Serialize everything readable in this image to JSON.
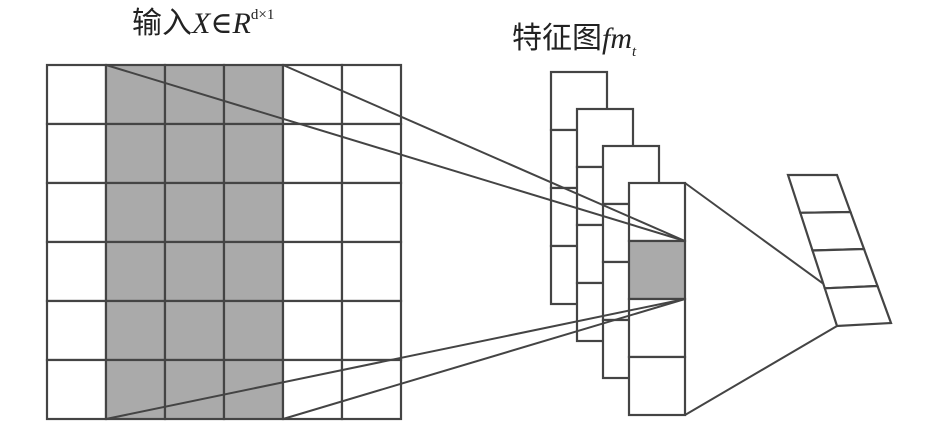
{
  "labels": {
    "input": {
      "prefix": "输入",
      "var": "X",
      "in": "∈",
      "space": "R",
      "dims": "d×1"
    },
    "feature_map": {
      "prefix": "特征图",
      "var": "fm",
      "sub": "t"
    }
  },
  "input_grid": {
    "rows": 6,
    "cols": 6,
    "highlight_cols": [
      1,
      2,
      3
    ]
  },
  "feature_maps": {
    "count": 4,
    "cells_each": 4,
    "highlight_cell_front": 1
  },
  "pooled_output": {
    "cells": 4
  },
  "colors": {
    "highlight": "#aaaaaa",
    "stroke": "#444444",
    "background": "#ffffff"
  }
}
